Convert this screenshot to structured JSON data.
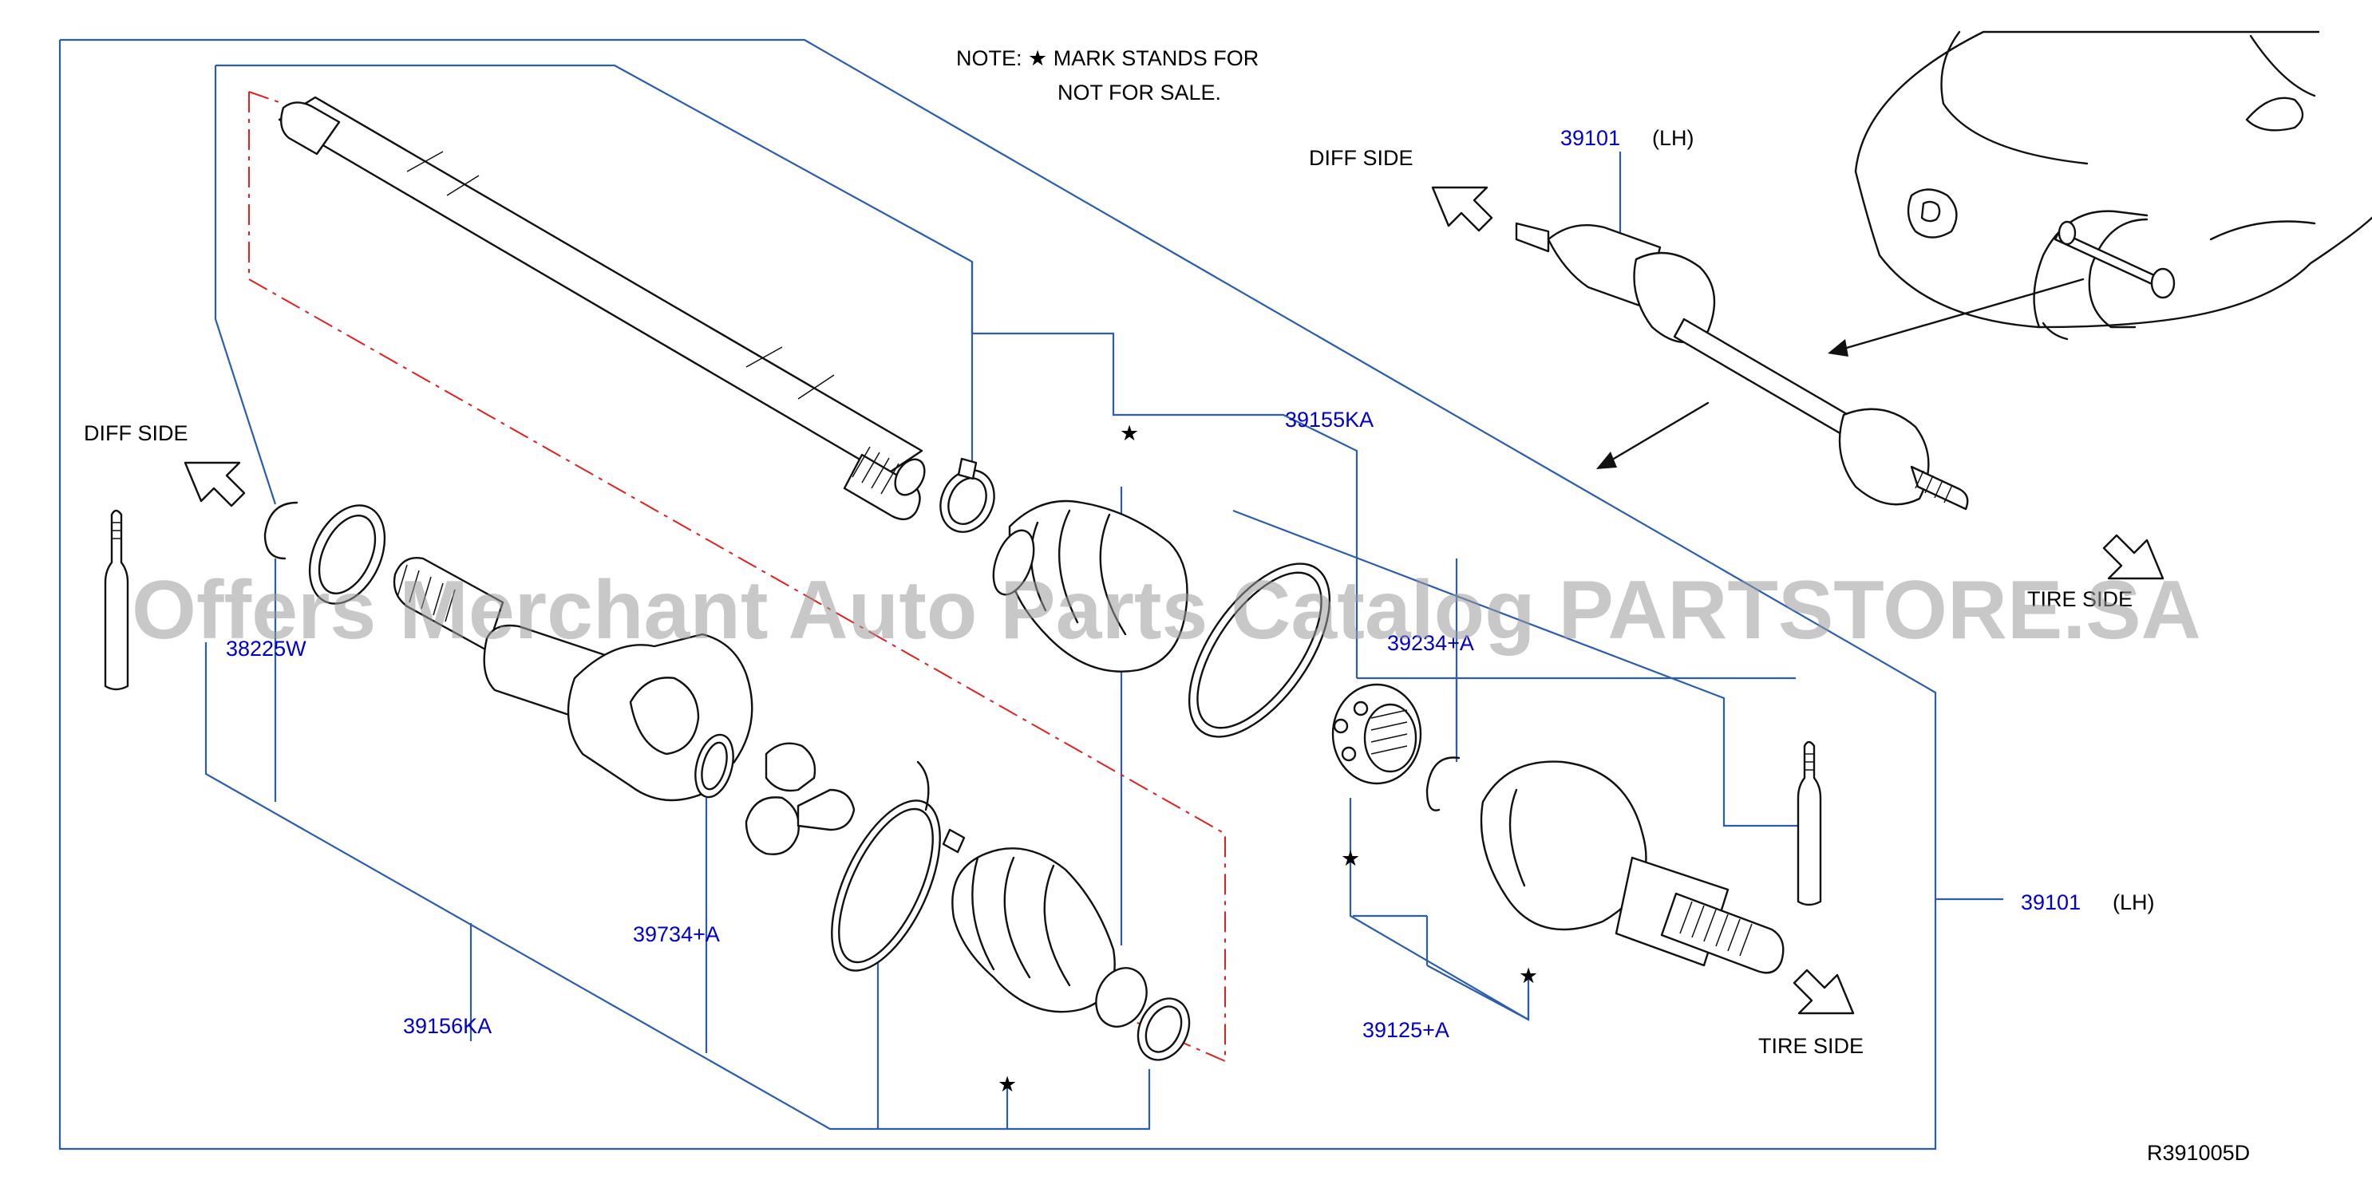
{
  "note": {
    "line1": "NOTE:  ★ MARK  STANDS  FOR",
    "line2": "NOT  FOR  SALE."
  },
  "labels": {
    "diff_side_left": "DIFF  SIDE",
    "diff_side_top": "DIFF  SIDE",
    "tire_side_top": "TIRE  SIDE",
    "tire_side_bottom": "TIRE  SIDE"
  },
  "parts": {
    "p39101_top": "39101",
    "lh_top": "(LH)",
    "p39101_right": "39101",
    "lh_right": "(LH)",
    "p39155KA": "39155KA",
    "p38225W": "38225W",
    "p39234A": "39234+A",
    "p39734A": "39734+A",
    "p39156KA": "39156KA",
    "p39125A": "39125+A"
  },
  "stars": [
    "★",
    "★",
    "★",
    "★"
  ],
  "watermark": "Offers Merchant Auto Parts Catalog PARTSTORE.SA",
  "diagram_code": "R391005D"
}
